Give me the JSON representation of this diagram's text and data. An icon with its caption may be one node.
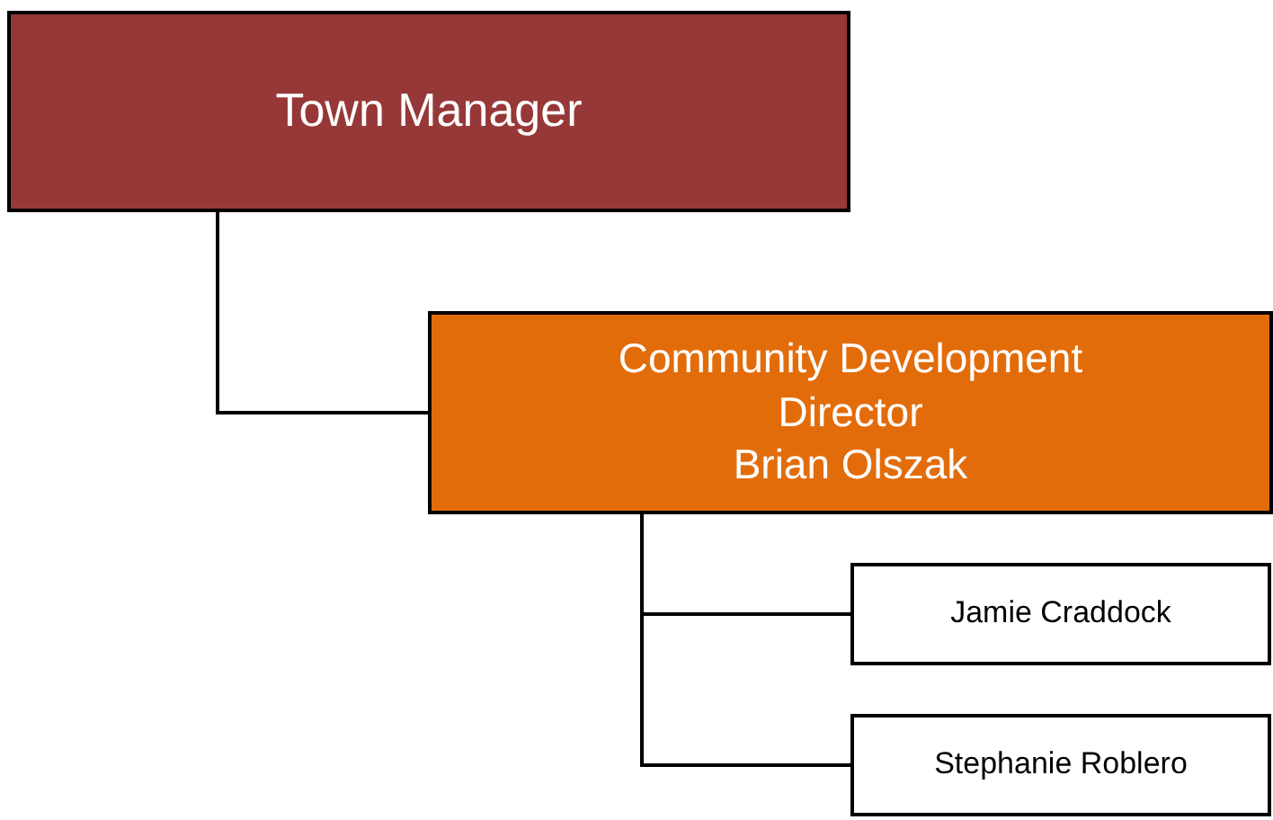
{
  "diagram": {
    "nodes": [
      {
        "text": [
          "Town Manager"
        ]
      },
      {
        "text": [
          "Community Development Director",
          "Brian Olszak"
        ]
      },
      {
        "text": [
          "Jamie Craddock"
        ]
      },
      {
        "text": [
          "Stephanie Roblero"
        ]
      }
    ],
    "edges": [
      {
        "from": 0,
        "to": 1,
        "arrow": "none"
      },
      {
        "from": 1,
        "to": 2,
        "arrow": "none"
      },
      {
        "from": 1,
        "to": 3,
        "arrow": "none"
      }
    ]
  }
}
